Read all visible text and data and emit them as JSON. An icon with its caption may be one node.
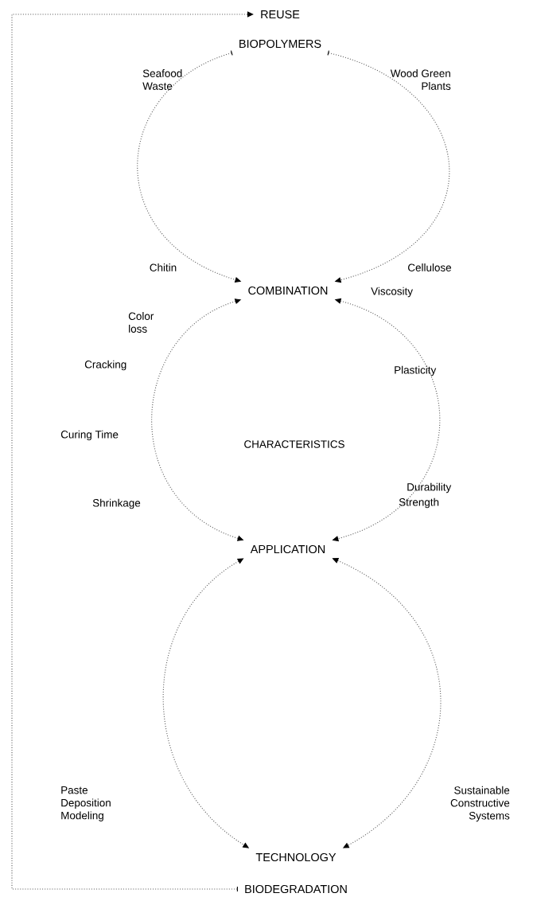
{
  "diagram": {
    "nodes": [
      {
        "text": [
          "REUSE"
        ]
      },
      {
        "text": [
          "BIOPOLYMERS"
        ]
      },
      {
        "text": [
          "COMBINATION"
        ]
      },
      {
        "text": [
          "APPLICATION"
        ]
      },
      {
        "text": [
          "TECHNOLOGY"
        ]
      },
      {
        "text": [
          "BIODEGRADATION"
        ]
      }
    ],
    "edges": [
      {
        "from": 1,
        "to": 2,
        "arrow": "to"
      },
      {
        "from": 1,
        "to": 2,
        "arrow": "to"
      },
      {
        "from": 2,
        "to": 3,
        "arrow": "both"
      },
      {
        "from": 2,
        "to": 3,
        "arrow": "both"
      },
      {
        "from": 3,
        "to": 4,
        "arrow": "both"
      },
      {
        "from": 3,
        "to": 4,
        "arrow": "both"
      },
      {
        "from": 5,
        "to": 0,
        "arrow": "to"
      }
    ],
    "labels": [
      "Seafood Waste",
      "Wood Green Plants",
      "Chitin",
      "Cellulose",
      "Color loss",
      "Viscosity",
      "Cracking",
      "Plasticity",
      "CHARACTERISTICS",
      "Curing Time",
      "Durability",
      "Shrinkage",
      "Strength",
      "Paste Deposition Modeling",
      "Sustainable Constructive Systems"
    ]
  }
}
